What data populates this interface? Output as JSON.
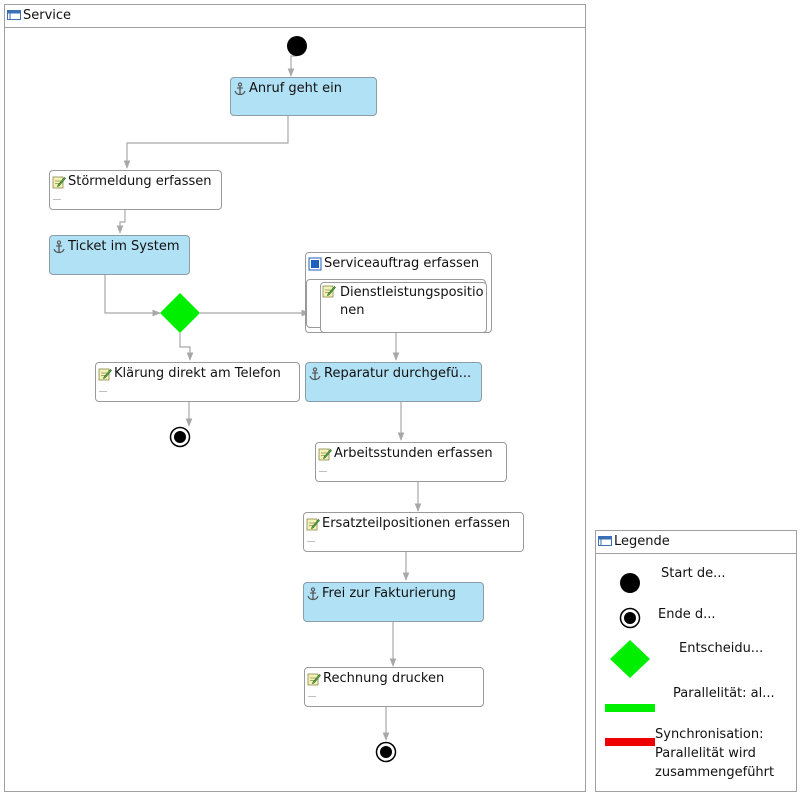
{
  "service": {
    "title": "Service",
    "nodes": {
      "anruf": "Anruf geht ein",
      "stoermeldung": "Störmeldung erfassen",
      "ticket": "Ticket im System",
      "serviceauftrag": "Serviceauftrag erfassen",
      "dienstleistung_line1": "Dienstleistungspositio",
      "dienstleistung_line2": "nen",
      "klaerung": "Klärung direkt am Telefon",
      "reparatur": "Reparatur durchgefü...",
      "arbeitsstunden": "Arbeitsstunden erfassen",
      "ersatzteil": "Ersatzteilpositionen erfassen",
      "frei": "Frei zur Fakturierung",
      "rechnung": "Rechnung drucken"
    }
  },
  "legend": {
    "title": "Legende",
    "start": "Start de...",
    "ende": "Ende d...",
    "entscheidung": "Entscheidu...",
    "parallel": "Parallelität: al...",
    "sync_line1": "Synchronisation:",
    "sync_line2": "Parallelität wird",
    "sync_line3": "zusammengeführt"
  },
  "colors": {
    "automated_step": "#b1e1f5",
    "decision": "#00ee00",
    "parallel_bar": "#00ee00",
    "sync_bar": "#ee0000",
    "edge": "#a8a8a8"
  },
  "icons": {
    "automated": "anchor-icon",
    "manual": "note-pencil-icon",
    "subprocess": "subprocess-icon",
    "frame": "frame-icon"
  }
}
